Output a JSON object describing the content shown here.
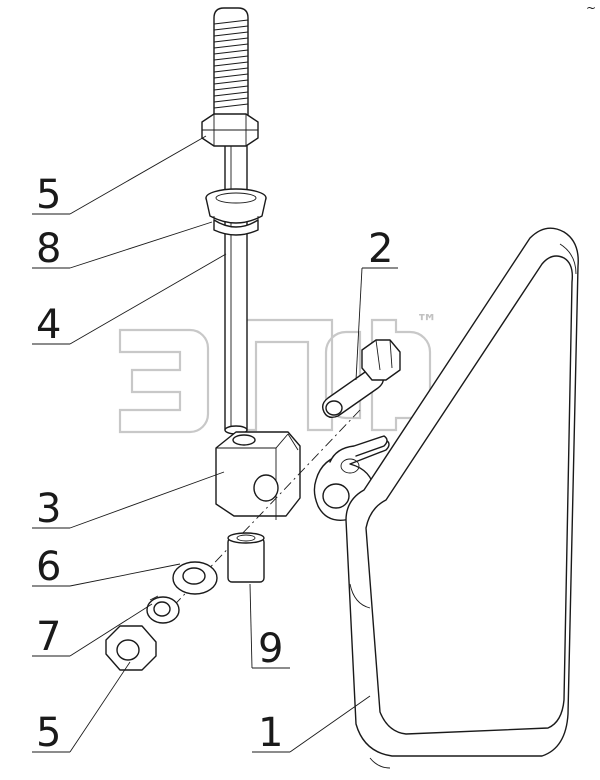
{
  "callouts": [
    {
      "id": "c5a",
      "label": "5"
    },
    {
      "id": "c8",
      "label": "8"
    },
    {
      "id": "c4",
      "label": "4"
    },
    {
      "id": "c2",
      "label": "2"
    },
    {
      "id": "c3",
      "label": "3"
    },
    {
      "id": "c6",
      "label": "6"
    },
    {
      "id": "c7",
      "label": "7"
    },
    {
      "id": "c9",
      "label": "9"
    },
    {
      "id": "c5b",
      "label": "5"
    },
    {
      "id": "c1",
      "label": "1"
    }
  ],
  "watermark": {
    "text": "ЭПФ",
    "tm": "™",
    "color": "#c8c8c8"
  },
  "corner_mark": "~"
}
